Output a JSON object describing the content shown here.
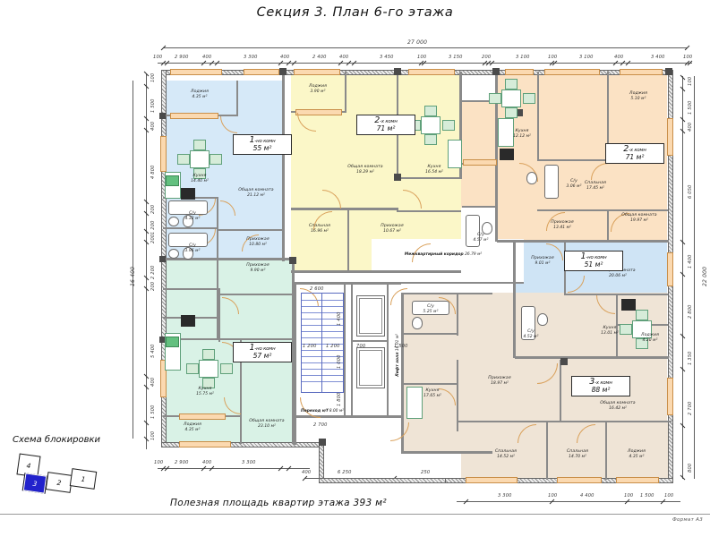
{
  "sheet": {
    "title": "Секция 3.  План  6-го этажа",
    "footer_note": "Полезная площадь квартир этажа 393 м²",
    "format_stamp": "Формат А3"
  },
  "blocking_scheme": {
    "title": "Схема блокировки",
    "blocks": [
      {
        "label": "4",
        "selected": false
      },
      {
        "label": "3",
        "selected": true
      },
      {
        "label": "2",
        "selected": false
      },
      {
        "label": "1",
        "selected": false
      }
    ]
  },
  "dimensions": {
    "top_overall": "27 000",
    "right_overall": "22 000",
    "left_overall": "16 400",
    "top_chain": [
      "100",
      "2 900",
      "400",
      "3 300",
      "400",
      "2 400",
      "400",
      "3 450",
      "100",
      "3 150",
      "200",
      "3 100",
      "100",
      "3 100",
      "400",
      "3 400",
      "100"
    ],
    "bottom_chain": [
      "100",
      "2 900",
      "400",
      "3 300",
      "400",
      "6 250",
      "250",
      "3 300",
      "100",
      "4 400",
      "100",
      "1 500",
      "100"
    ],
    "left_chain": [
      "100",
      "1 500",
      "400",
      "4 800",
      "200",
      "1 200",
      "200",
      "2 200",
      "200",
      "5 400",
      "400",
      "1 500",
      "100"
    ],
    "right_chain": [
      "100",
      "1 500",
      "400",
      "6 050",
      "1 400",
      "2 800",
      "1 350",
      "2 700",
      "800"
    ],
    "stair_zone": [
      "2 600",
      "1 400",
      "200",
      "1 200",
      "200",
      "1 200",
      "200",
      "700",
      "200",
      "1 500",
      "100",
      "1 000",
      "1 800",
      "2 700",
      "400",
      "400",
      "1 500",
      "500",
      "700",
      "300"
    ]
  },
  "apartments": [
    {
      "badge_rooms": "1",
      "badge_suffix": "-но комн",
      "badge_area": "55 м²"
    },
    {
      "badge_rooms": "2",
      "badge_suffix": "-х комн",
      "badge_area": "71 м²"
    },
    {
      "badge_rooms": "2",
      "badge_suffix": "-х комн",
      "badge_area": "71 м²"
    },
    {
      "badge_rooms": "1",
      "badge_suffix": "-но комн",
      "badge_area": "51 м²"
    },
    {
      "badge_rooms": "1",
      "badge_suffix": "-но комн",
      "badge_area": "57 м²"
    },
    {
      "badge_rooms": "3",
      "badge_suffix": "-х комн",
      "badge_area": "88 м²"
    }
  ],
  "rooms": {
    "a1_loggia": {
      "name": "Лоджия",
      "area": "4.35 м²"
    },
    "a1_kitchen": {
      "name": "Кухня",
      "area": "14.40 м²"
    },
    "a1_living": {
      "name": "Общая комната",
      "area": "21.12 м²"
    },
    "a1_hall": {
      "name": "Прихожая",
      "area": "10.80 м²"
    },
    "a1_wc": {
      "name": "С/у",
      "area": "4.32 м²"
    },
    "a2_loggia": {
      "name": "Лоджия",
      "area": "3.90 м²"
    },
    "a2_living": {
      "name": "Общая комната",
      "area": "18.29 м²"
    },
    "a2_kitchen": {
      "name": "Кухня",
      "area": "16.54 м²"
    },
    "a2_bed": {
      "name": "Спальная",
      "area": "16.96 м²"
    },
    "a2_hall": {
      "name": "Прихожая",
      "area": "10.67 м²"
    },
    "a2_wc": {
      "name": "С/у",
      "area": "4.57 м²"
    },
    "a3_kitchen": {
      "name": "Кухня",
      "area": "12.12 м²"
    },
    "a3_wc": {
      "name": "С/у",
      "area": "3.06 м²"
    },
    "a3_bed": {
      "name": "Спальная",
      "area": "17.45 м²"
    },
    "a3_hall": {
      "name": "Прихожая",
      "area": "13.41 м²"
    },
    "a3_living": {
      "name": "Общая комната",
      "area": "19.97 м²"
    },
    "a3_loggia": {
      "name": "Лоджия",
      "area": "5.10 м²"
    },
    "a4_hall": {
      "name": "Прихожая",
      "area": "9.01 м²"
    },
    "a4_living": {
      "name": "Общая комната",
      "area": "20.06 м²"
    },
    "a4_kitchen": {
      "name": "Кухня",
      "area": "13.01 м²"
    },
    "a4_loggia": {
      "name": "Лоджия",
      "area": "4.20 м²"
    },
    "a4_wc": {
      "name": "С/у",
      "area": "4.52 м²"
    },
    "a5_wc2": {
      "name": "С/у",
      "area": "3.96 м²"
    },
    "a5_hall": {
      "name": "Прихожая",
      "area": "9.90 м²"
    },
    "a5_kitchen": {
      "name": "Кухня",
      "area": "15.75 м²"
    },
    "a5_living": {
      "name": "Общая комната",
      "area": "23.10 м²"
    },
    "a5_loggia": {
      "name": "Лоджия",
      "area": "4.35 м²"
    },
    "a6_wc": {
      "name": "С/у",
      "area": "5.25 м²"
    },
    "a6_hall": {
      "name": "Прихожая",
      "area": "18.97 м²"
    },
    "a6_kitchen": {
      "name": "Кухня",
      "area": "17.65 м²"
    },
    "a6_living": {
      "name": "Общая комната",
      "area": "16.42 м²"
    },
    "a6_bed1": {
      "name": "Спальная",
      "area": "14.52 м²"
    },
    "a6_bed2": {
      "name": "Спальная",
      "area": "14.70 м²"
    },
    "a6_loggia": {
      "name": "Лоджия",
      "area": "4.35 м²"
    },
    "corridor": {
      "name": "Межквартирный коридор",
      "area": "26.79 м²"
    },
    "lift_hall": {
      "name": "Лифт холл",
      "area": "16.01 м²"
    },
    "transition": {
      "name": "Переход н/f",
      "area": "8.00 м²"
    }
  },
  "colors": {
    "apt_blue": "#d6e9f8",
    "apt_yellow": "#fbf7c8",
    "apt_orange": "#fbe2c4",
    "apt_mint": "#d9f2e6",
    "apt_lblue": "#cfe4f5",
    "apt_beige": "#efe4d6",
    "wall": "#6f6f6f",
    "door_arc": "#d9a05a",
    "selected_block": "#2222cc"
  }
}
